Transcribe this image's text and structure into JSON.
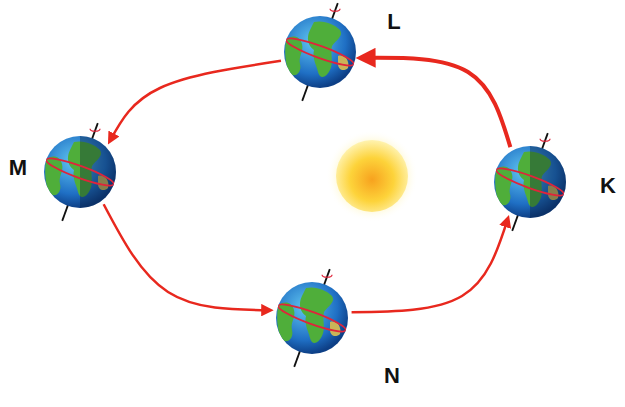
{
  "diagram": {
    "nodes": [
      {
        "text": [
          "L"
        ]
      },
      {
        "text": [
          "M"
        ]
      },
      {
        "text": [
          "K"
        ]
      },
      {
        "text": [
          "N"
        ]
      }
    ],
    "edges": [
      {
        "from": 2,
        "to": 0,
        "arrow": "to"
      },
      {
        "from": 0,
        "to": 1,
        "arrow": "to"
      },
      {
        "from": 1,
        "to": 3,
        "arrow": "to"
      },
      {
        "from": 3,
        "to": 2,
        "arrow": "to"
      }
    ]
  }
}
